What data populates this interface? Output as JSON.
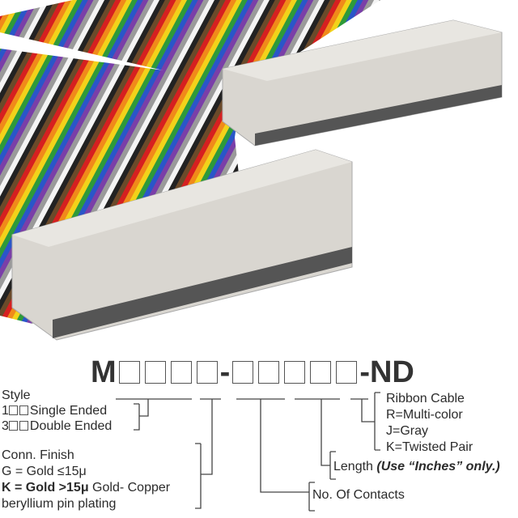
{
  "part_number": {
    "prefix": "M",
    "dash": "-",
    "suffix": "-ND",
    "first_group_boxes": 4,
    "second_group_boxes": 5
  },
  "style": {
    "title": "Style",
    "single": {
      "code": "1",
      "label": "Single Ended"
    },
    "double": {
      "code": "3",
      "label": "Double Ended"
    }
  },
  "finish": {
    "title": "Conn. Finish",
    "g": "G = Gold ≤15μ",
    "k_bold": "K = Gold >15μ",
    "k_rest": " Gold- Copper",
    "k_line2": "beryllium pin plating"
  },
  "contacts": {
    "label": "No. Of Contacts"
  },
  "length": {
    "label": "Length ",
    "note": "(Use “Inches” only.)"
  },
  "ribbon": {
    "title": "Ribbon Cable",
    "r": "R=Multi-color",
    "j": "J=Gray",
    "k": "K=Twisted Pair"
  },
  "colors": {
    "wire": [
      "#6b4a2a",
      "#d62020",
      "#f08a1a",
      "#f2d21a",
      "#2e9a3a",
      "#2a56c8",
      "#7a3fa8",
      "#9a9a9a",
      "#f4f4f4",
      "#222222"
    ],
    "connector": "#d9d6d0"
  }
}
